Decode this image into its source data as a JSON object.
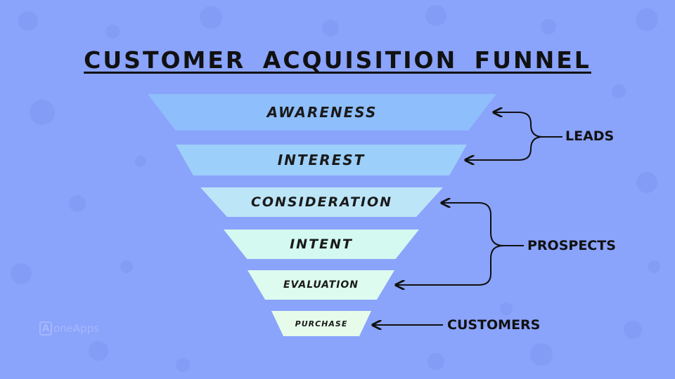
{
  "title": "CUSTOMER ACQUISITION FUNNEL",
  "stages": [
    {
      "label": "AWARENESS"
    },
    {
      "label": "INTEREST"
    },
    {
      "label": "CONSIDERATION"
    },
    {
      "label": "INTENT"
    },
    {
      "label": "EVALUATION"
    },
    {
      "label": "PURCHASE"
    }
  ],
  "groups": {
    "leads": "LEADS",
    "prospects": "PROSPECTS",
    "customers": "CUSTOMERS"
  },
  "watermark": {
    "icon_letter": "A",
    "text": "oneApps"
  },
  "colors": {
    "background": "#8aa3fb",
    "awareness": "#8ebefb",
    "interest": "#9ccffa",
    "consideration": "#bde5f8",
    "intent": "#d3f9f0",
    "evaluation": "#ddfbee",
    "purchase": "#e6fbe9"
  }
}
